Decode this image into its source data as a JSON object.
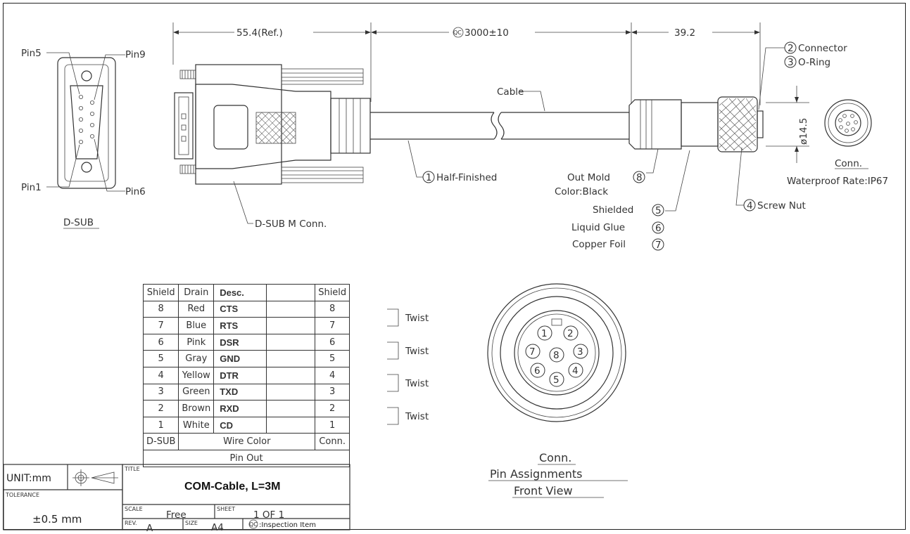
{
  "dsub_view": {
    "pin5": "Pin5",
    "pin9": "Pin9",
    "pin1": "Pin1",
    "pin6": "Pin6",
    "caption": "D-SUB"
  },
  "dimensions": {
    "dim1": "55.4(Ref.)",
    "dim2": "3000±10",
    "dim2_qc": "QC",
    "dim3": "39.2",
    "diameter": "ø14.5"
  },
  "callouts": {
    "cable": "Cable",
    "c1": {
      "num": "1",
      "text": "Half-Finished"
    },
    "c2": {
      "num": "2",
      "text": "Connector"
    },
    "c3": {
      "num": "3",
      "text": "O-Ring"
    },
    "c4": {
      "num": "4",
      "text": "Screw Nut"
    },
    "c5": {
      "num": "5",
      "text": "Shielded"
    },
    "c6": {
      "num": "6",
      "text": "Liquid Glue"
    },
    "c7": {
      "num": "7",
      "text": "Copper Foil"
    },
    "c8": {
      "num": "8",
      "text": "Out Mold"
    },
    "c8_color": "Color:Black",
    "dsub_conn": "D-SUB M Conn."
  },
  "conn_small": {
    "caption": "Conn.",
    "rating": "Waterproof Rate:IP67"
  },
  "conn_front": {
    "pins": [
      "1",
      "2",
      "3",
      "4",
      "5",
      "6",
      "7",
      "8"
    ],
    "line1": "Conn.",
    "line2": "Pin Assignments",
    "line3": "Front View"
  },
  "pin_table": {
    "header": [
      "Shield",
      "Drain",
      "Desc.",
      "",
      "Shield"
    ],
    "rows": [
      {
        "dsub": "8",
        "color": "Red",
        "desc": "CTS",
        "conn": "8"
      },
      {
        "dsub": "7",
        "color": "Blue",
        "desc": "RTS",
        "conn": "7"
      },
      {
        "dsub": "6",
        "color": "Pink",
        "desc": "DSR",
        "conn": "6"
      },
      {
        "dsub": "5",
        "color": "Gray",
        "desc": "GND",
        "conn": "5"
      },
      {
        "dsub": "4",
        "color": "Yellow",
        "desc": "DTR",
        "conn": "4"
      },
      {
        "dsub": "3",
        "color": "Green",
        "desc": "TXD",
        "conn": "3"
      },
      {
        "dsub": "2",
        "color": "Brown",
        "desc": "RXD",
        "conn": "2"
      },
      {
        "dsub": "1",
        "color": "White",
        "desc": "CD",
        "conn": "1"
      }
    ],
    "footer1": {
      "a": "D-SUB",
      "b": "Wire Color",
      "c": "Conn."
    },
    "footer2": "Pin Out",
    "twist": "Twist"
  },
  "title_block": {
    "unit": "UNIT:mm",
    "tolerance_label": "TOLERANCE",
    "tolerance": "±0.5 mm",
    "title_label": "TITLE",
    "title": "COM-Cable, L=3M",
    "scale_label": "SCALE",
    "scale": "Free",
    "sheet_label": "SHEET",
    "sheet": "1 OF   1",
    "rev_label": "REV.",
    "rev": "A",
    "size_label": "SIZE",
    "size": "A4",
    "qc": "QC",
    "inspection": ":Inspection  Item"
  }
}
